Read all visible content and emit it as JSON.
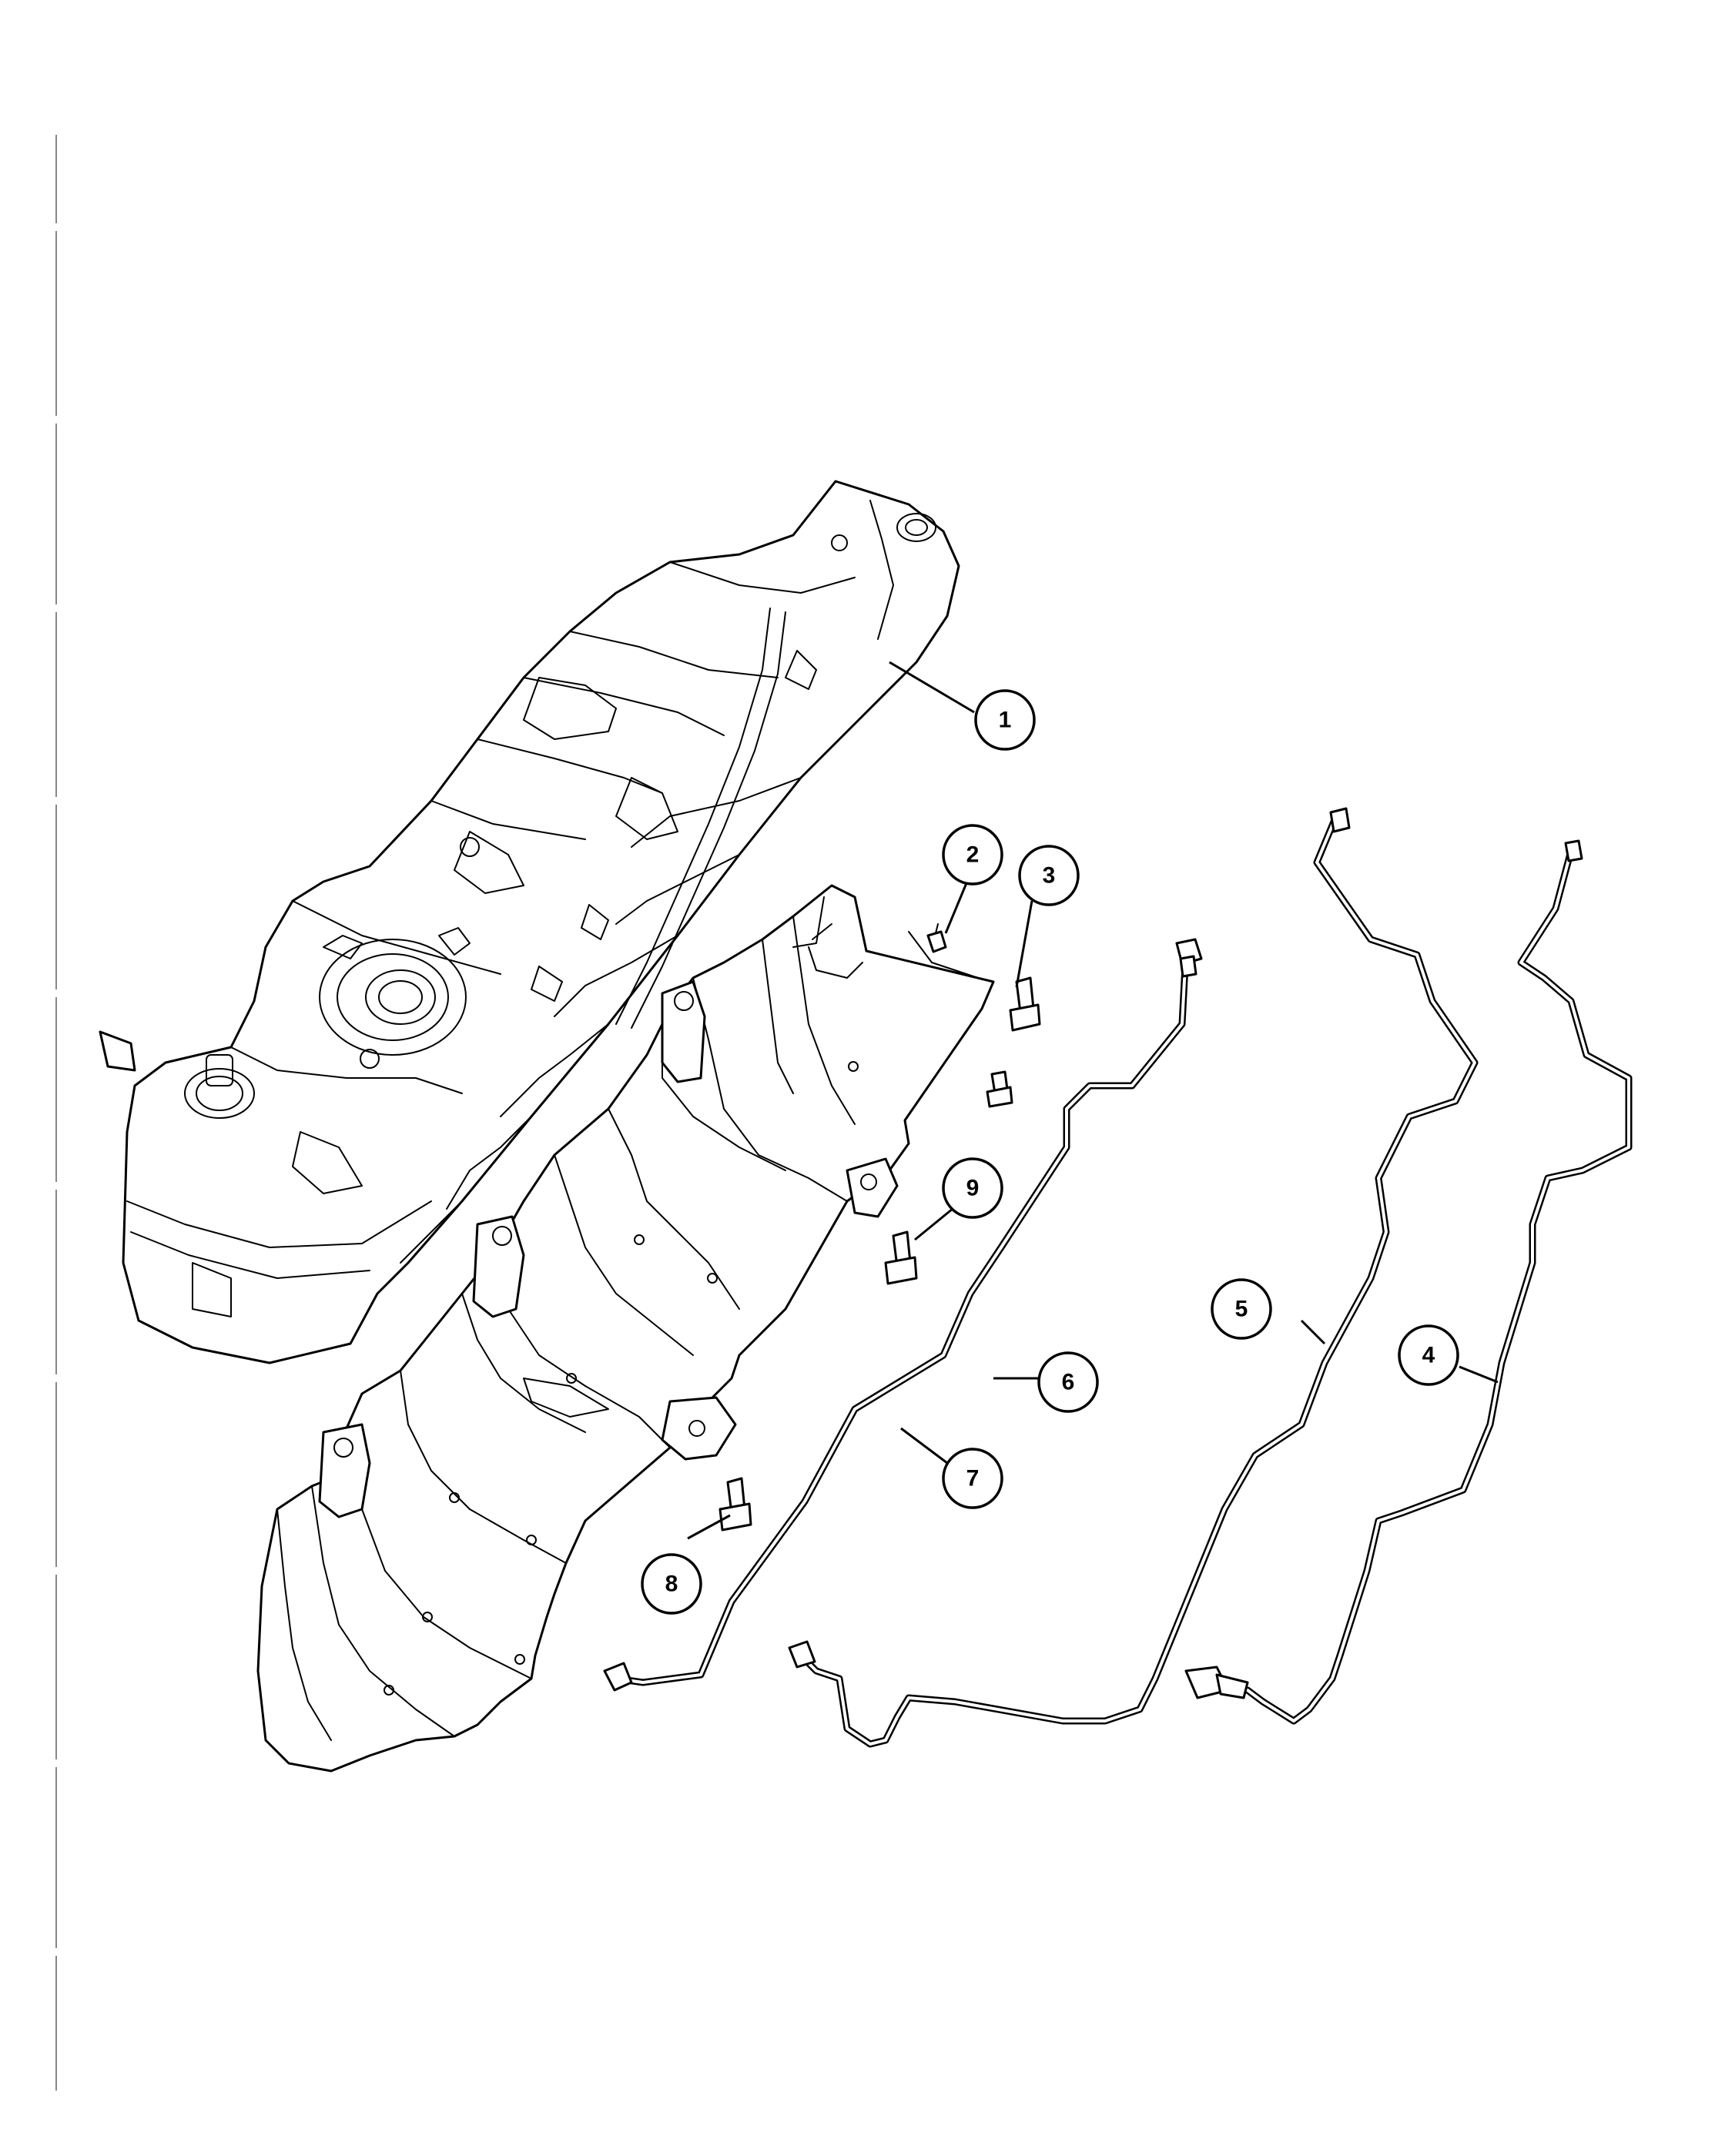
{
  "callouts": [
    {
      "id": "1",
      "label": "1"
    },
    {
      "id": "2",
      "label": "2"
    },
    {
      "id": "3",
      "label": "3"
    },
    {
      "id": "4",
      "label": "4"
    },
    {
      "id": "5",
      "label": "5"
    },
    {
      "id": "6",
      "label": "6"
    },
    {
      "id": "7",
      "label": "7"
    },
    {
      "id": "8",
      "label": "8"
    },
    {
      "id": "9",
      "label": "9"
    }
  ],
  "colors": {
    "line": "#000000",
    "background": "#ffffff"
  },
  "parts": [
    {
      "callout": "1",
      "kind": "fuel-tank"
    },
    {
      "callout": "2",
      "kind": "bolt"
    },
    {
      "callout": "3",
      "kind": "bolt"
    },
    {
      "callout": "4",
      "kind": "tube"
    },
    {
      "callout": "5",
      "kind": "tube"
    },
    {
      "callout": "6",
      "kind": "tube"
    },
    {
      "callout": "7",
      "kind": "skid-plate"
    },
    {
      "callout": "8",
      "kind": "bolt"
    },
    {
      "callout": "9",
      "kind": "bolt"
    }
  ]
}
